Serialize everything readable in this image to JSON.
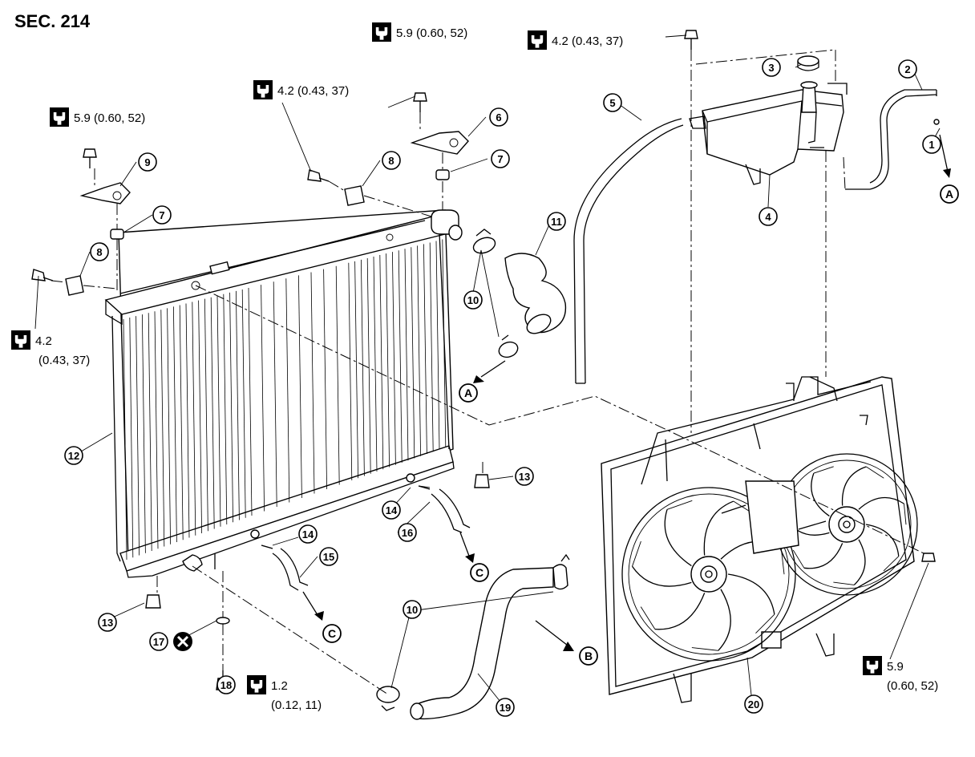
{
  "section_label": "SEC. 214",
  "torque_specs": [
    {
      "id": "t1",
      "line1": "5.9 (0.60, 52)",
      "line2": ""
    },
    {
      "id": "t2",
      "line1": "4.2 (0.43, 37)",
      "line2": ""
    },
    {
      "id": "t3",
      "line1": "5.9 (0.60, 52)",
      "line2": ""
    },
    {
      "id": "t4",
      "line1": "4.2 (0.43, 37)",
      "line2": ""
    },
    {
      "id": "t5",
      "line1": "4.2",
      "line2": "(0.43, 37)"
    },
    {
      "id": "t6",
      "line1": "1.2",
      "line2": "(0.12, 11)"
    },
    {
      "id": "t7",
      "line1": "5.9",
      "line2": "(0.60, 52)"
    }
  ],
  "callouts": [
    {
      "id": "c1",
      "label": "1"
    },
    {
      "id": "c2",
      "label": "2"
    },
    {
      "id": "c3",
      "label": "3"
    },
    {
      "id": "c4",
      "label": "4"
    },
    {
      "id": "c5",
      "label": "5"
    },
    {
      "id": "c6",
      "label": "6"
    },
    {
      "id": "c7a",
      "label": "7"
    },
    {
      "id": "c7b",
      "label": "7"
    },
    {
      "id": "c8a",
      "label": "8"
    },
    {
      "id": "c8b",
      "label": "8"
    },
    {
      "id": "c9",
      "label": "9"
    },
    {
      "id": "c10a",
      "label": "10"
    },
    {
      "id": "c10b",
      "label": "10"
    },
    {
      "id": "c11",
      "label": "11"
    },
    {
      "id": "c12",
      "label": "12"
    },
    {
      "id": "c13a",
      "label": "13"
    },
    {
      "id": "c13b",
      "label": "13"
    },
    {
      "id": "c14a",
      "label": "14"
    },
    {
      "id": "c14b",
      "label": "14"
    },
    {
      "id": "c15",
      "label": "15"
    },
    {
      "id": "c16",
      "label": "16"
    },
    {
      "id": "c17",
      "label": "17"
    },
    {
      "id": "c18",
      "label": "18"
    },
    {
      "id": "c19",
      "label": "19"
    },
    {
      "id": "c20",
      "label": "20"
    }
  ],
  "connection_markers": [
    {
      "id": "mA1",
      "label": "A"
    },
    {
      "id": "mA2",
      "label": "A"
    },
    {
      "id": "mB",
      "label": "B"
    },
    {
      "id": "mC1",
      "label": "C"
    },
    {
      "id": "mC2",
      "label": "C"
    }
  ],
  "icons": {
    "torque": "torque-wrench-icon",
    "discard": "do-not-reuse-icon"
  }
}
